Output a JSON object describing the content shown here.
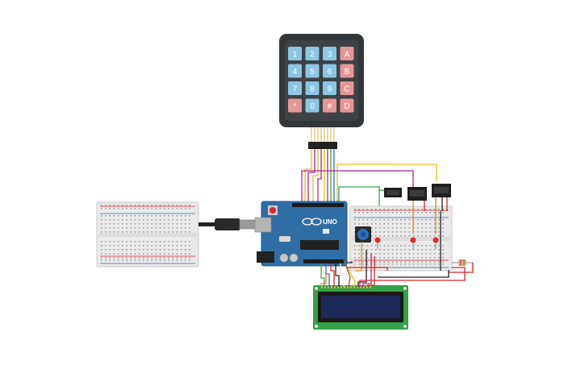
{
  "keypad": {
    "keys": [
      {
        "label": "1",
        "type": "digit"
      },
      {
        "label": "2",
        "type": "digit"
      },
      {
        "label": "3",
        "type": "digit"
      },
      {
        "label": "A",
        "type": "letter"
      },
      {
        "label": "4",
        "type": "digit"
      },
      {
        "label": "5",
        "type": "digit"
      },
      {
        "label": "6",
        "type": "digit"
      },
      {
        "label": "B",
        "type": "letter"
      },
      {
        "label": "7",
        "type": "digit"
      },
      {
        "label": "8",
        "type": "digit"
      },
      {
        "label": "9",
        "type": "digit"
      },
      {
        "label": "C",
        "type": "letter"
      },
      {
        "label": "*",
        "type": "letter"
      },
      {
        "label": "0",
        "type": "digit"
      },
      {
        "label": "#",
        "type": "letter"
      },
      {
        "label": "D",
        "type": "letter"
      }
    ]
  },
  "arduino": {
    "brand": "UNO"
  },
  "colors": {
    "keypad_body": "#33373a",
    "key_blue": "#8cc6e2",
    "key_red": "#e69696",
    "arduino_board": "#2f6ea4",
    "breadboard": "#e9e9e9",
    "lcd_pcb": "#35a04a",
    "lcd_screen": "#1f2a5c",
    "wire_red": "#d9252c",
    "wire_black": "#222222",
    "wire_yellow": "#e5c21a",
    "wire_green": "#3aa34a",
    "wire_magenta": "#b8278a",
    "wire_orange": "#e58a1f",
    "wire_blue": "#2b6fc2",
    "wire_brown": "#8b5a2b",
    "wire_white": "#f2f2f2"
  }
}
